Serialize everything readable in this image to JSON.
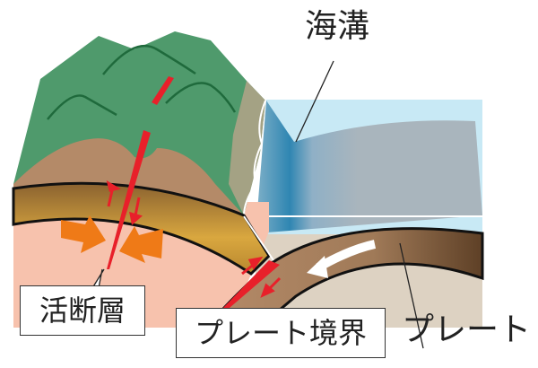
{
  "labels": {
    "trench": "海溝",
    "active_fault": "活断層",
    "plate_boundary": "プレート境界",
    "plate": "プレート"
  },
  "colors": {
    "mountain": "#4f9a6c",
    "hills": "#b48a68",
    "crust": "#c79a3e",
    "mantle": "#f7c2ad",
    "sea": "#c8e9f5",
    "seafloor": "#a8b4bc",
    "plate": "#8a6a4c",
    "fault": "#e8202a",
    "compression": "#ef7a17"
  }
}
